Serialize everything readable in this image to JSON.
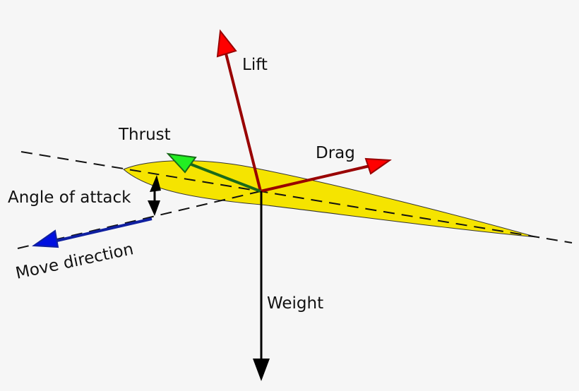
{
  "labels": {
    "lift": "Lift",
    "thrust": "Thrust",
    "drag": "Drag",
    "angle_of_attack": "Angle of attack",
    "move_direction": "Move direction",
    "weight": "Weight"
  },
  "colors": {
    "background": "#f6f6f6",
    "airfoil": "#f5e400",
    "lift_drag": "#990000",
    "lift_drag_head": "#ff0000",
    "thrust": "#1a6a1a",
    "thrust_head": "#22ee22",
    "move_direction": "#1020a0",
    "move_direction_head": "#0010e0",
    "weight": "#000000"
  }
}
